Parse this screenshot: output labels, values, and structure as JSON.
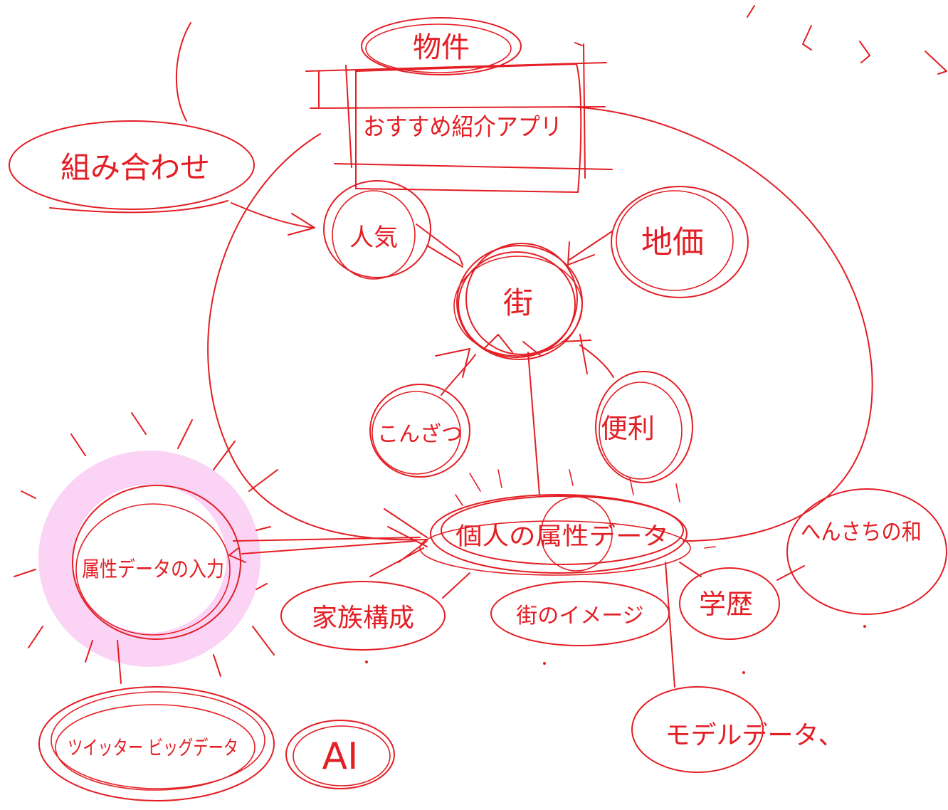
{
  "colors": {
    "ink": "#e31e24",
    "highlight": "#fbd3f5",
    "background": "#ffffff"
  },
  "labels": {
    "property": "物件",
    "intro_app": "おすすめ紹介アプリ",
    "combination": "組み合わせ",
    "popularity": "人気",
    "town": "街",
    "land_price": "地価",
    "congestion": "こんざつ",
    "convenience": "便利",
    "personal_data": "個人の属性データ",
    "attribute_data": "属性データの入力",
    "family_composition": "家族構成",
    "town_image": "街のイメージ",
    "academics": "学歴",
    "deviation_sum": "へんさちの和",
    "twitter_bigdata": "ツイッター ビッグデータ",
    "ai": "AI",
    "model_data": "モデルデータ、"
  }
}
